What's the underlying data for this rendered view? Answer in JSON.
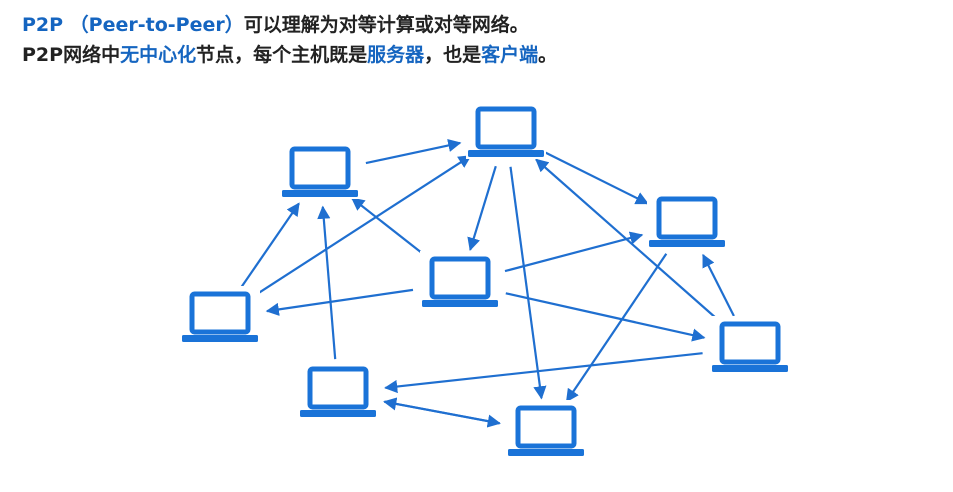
{
  "caption": {
    "line1": {
      "term": "P2P （Peer-to-Peer）",
      "rest": "可以理解为对等计算或对等网络。"
    },
    "line2": {
      "a": "P2P网络中",
      "b": "无中心化",
      "c": "节点，每个主机既是",
      "d": "服务器",
      "e": "，也是",
      "f": "客户端",
      "g": "。"
    }
  },
  "colors": {
    "accent": "#1565c0",
    "laptop": "#1a73d8",
    "arrow": "#1f6fd0",
    "text": "#222222"
  },
  "diagram": {
    "icon": "laptop-icon",
    "nodes": [
      "top",
      "upper-left",
      "right",
      "center",
      "left",
      "far-right",
      "bottom-left",
      "bottom"
    ],
    "edges": [
      [
        "upper-left",
        "top"
      ],
      [
        "left",
        "top"
      ],
      [
        "left",
        "upper-left"
      ],
      [
        "center",
        "upper-left"
      ],
      [
        "center",
        "left"
      ],
      [
        "bottom-left",
        "upper-left"
      ],
      [
        "top",
        "right"
      ],
      [
        "top",
        "center"
      ],
      [
        "top",
        "bottom"
      ],
      [
        "center",
        "right"
      ],
      [
        "center",
        "far-right"
      ],
      [
        "right",
        "bottom"
      ],
      [
        "far-right",
        "top"
      ],
      [
        "far-right",
        "right"
      ],
      [
        "far-right",
        "bottom-left"
      ],
      [
        "bottom",
        "bottom-left"
      ],
      [
        "bottom-left",
        "bottom"
      ]
    ]
  }
}
